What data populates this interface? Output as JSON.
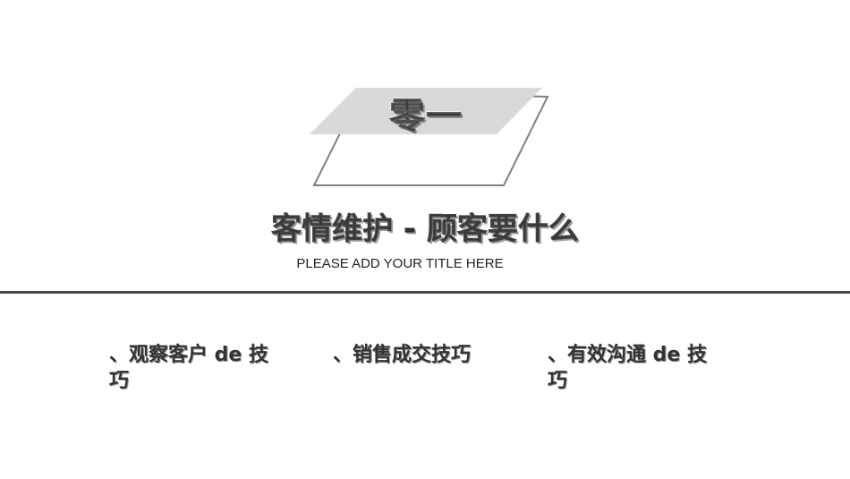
{
  "section": {
    "number": "零一"
  },
  "title": {
    "main": "客情维护 - 顾客要什么",
    "subtitle": "PLEASE ADD YOUR TITLE HERE"
  },
  "topics": [
    {
      "label": "、观察客户 de 技巧"
    },
    {
      "label": "、销售成交技巧"
    },
    {
      "label": "、有效沟通 de 技巧"
    }
  ],
  "colors": {
    "background": "#ffffff",
    "emblem_fill": "#d9d9d9",
    "emblem_outline": "#808080",
    "divider": "#4a4a4a",
    "text": "#2f2f2f"
  }
}
